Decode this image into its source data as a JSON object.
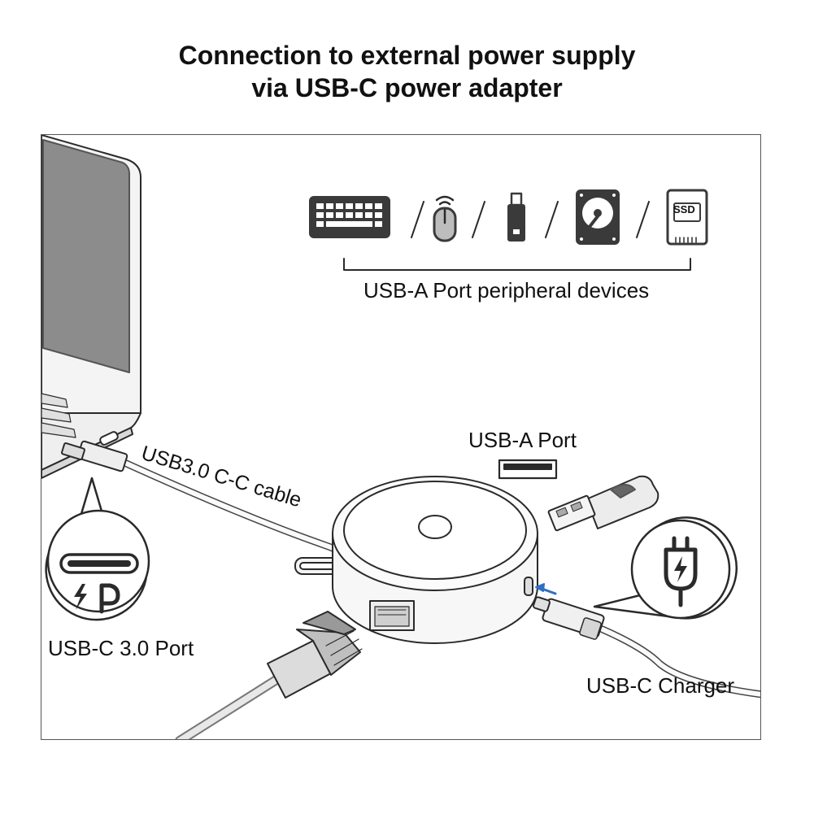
{
  "title": {
    "line1": "Connection to external power supply",
    "line2": "via USB-C power adapter"
  },
  "peripherals": {
    "label": "USB-A Port peripheral devices",
    "icons": [
      "keyboard-icon",
      "mouse-icon",
      "usb-stick-icon",
      "hard-drive-icon",
      "ssd-icon"
    ],
    "ssd_text": "SSD"
  },
  "labels": {
    "cable": "USB3.0 C-C cable",
    "usb_a_port": "USB-A Port",
    "usb_c_port": "USB-C 3.0 Port",
    "charger": "USB-C Charger"
  },
  "colors": {
    "line": "#2a2a2a",
    "screen": "#8c8c8c",
    "arrow": "#2e6fc4"
  }
}
